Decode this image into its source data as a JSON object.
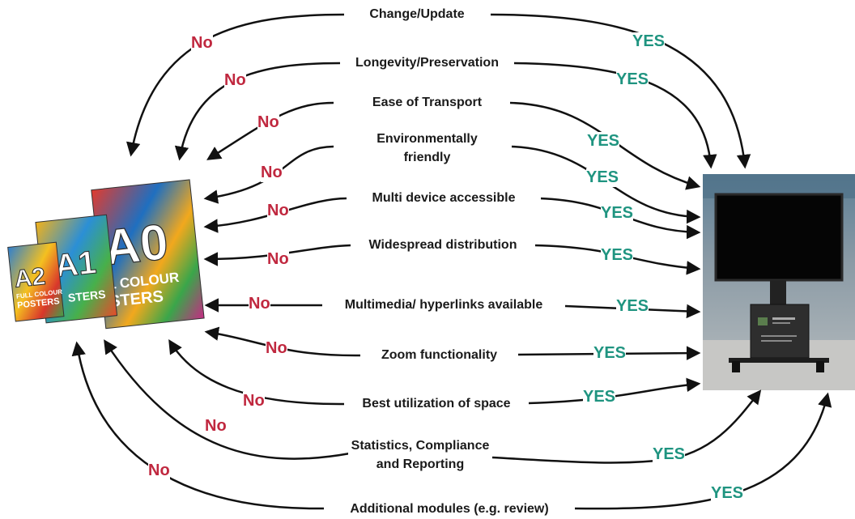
{
  "criteria": [
    "Change/Update",
    "Longevity/Preservation",
    "Ease of Transport",
    "Environmentally friendly",
    "Multi device accessible",
    "Widespread distribution",
    "Multimedia/ hyperlinks available",
    "Zoom functionality",
    "Best utilization of space",
    "Statistics, Compliance and Reporting",
    "Additional modules (e.g. review)"
  ],
  "no_label": "No",
  "yes_label": "YES",
  "posters": {
    "a2_size": "A2",
    "a1_size": "A1",
    "a0_size": "A0",
    "a2_caption_1": "FULL COLOUR",
    "a2_caption_2": "POSTERS",
    "a1_caption": "STERS",
    "a0_caption_1": "L COLOUR",
    "a0_caption_2": "STERS"
  },
  "colors": {
    "no": "#c0283f",
    "yes": "#1f9480",
    "arrow": "#111111"
  },
  "icons": {
    "print": "printed-posters-image",
    "digital": "digital-poster-display-image"
  }
}
